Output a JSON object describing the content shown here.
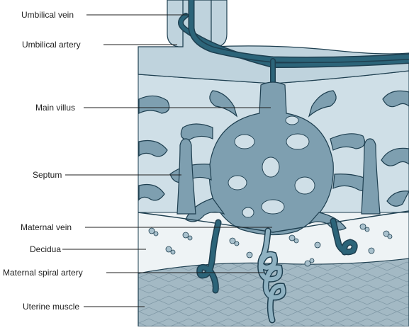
{
  "labels": {
    "umbilical_vein": "Umbilical vein",
    "umbilical_artery": "Umbilical artery",
    "main_villus": "Main villus",
    "septum": "Septum",
    "maternal_vein": "Maternal vein",
    "decidua": "Decidua",
    "maternal_spiral_artery": "Maternal spiral artery",
    "uterine_muscle": "Uterine muscle"
  },
  "colors": {
    "outline": "#1e3f50",
    "chorionic_plate": "#bfd3dd",
    "intervillous_space": "#cfdfe7",
    "villus": "#7e9fb0",
    "vessel_dark": "#2c6479",
    "vessel_light": "#8fb2c2",
    "decidua": "#eef3f5",
    "muscle": "#a3b9c4"
  }
}
